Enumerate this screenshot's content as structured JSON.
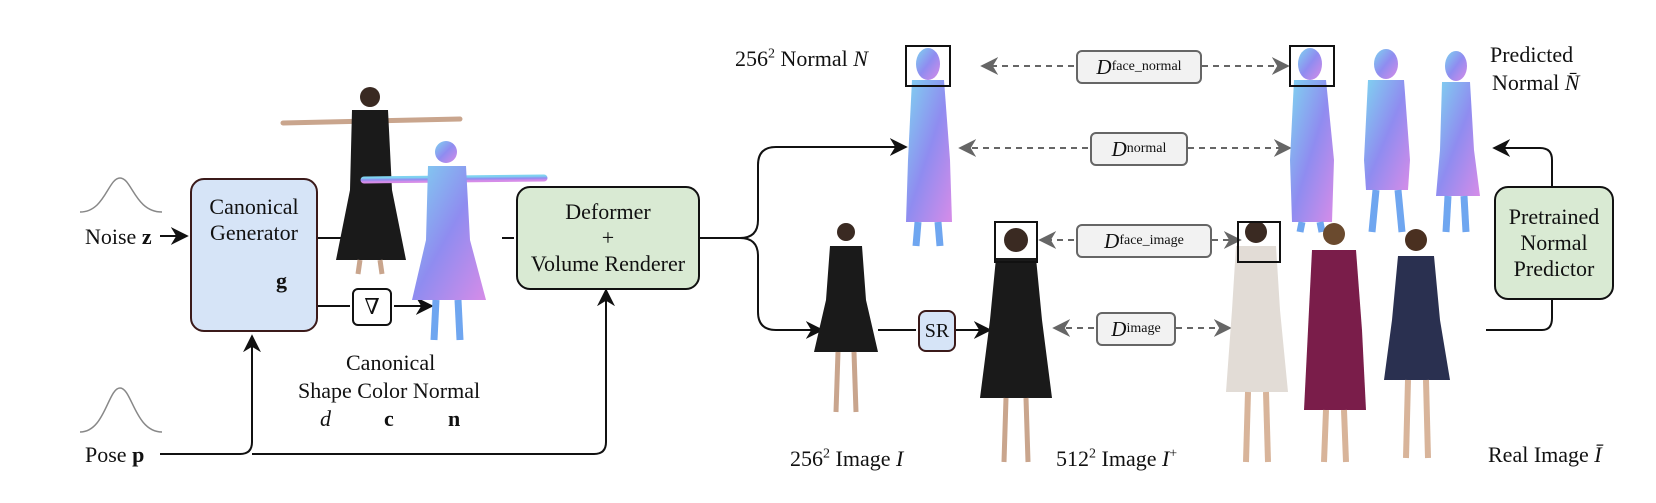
{
  "inputs": {
    "noise_word": "Noise",
    "noise_symbol": "z",
    "pose_word": "Pose",
    "pose_symbol": "p"
  },
  "canonical_generator": {
    "line1": "Canonical",
    "line2": "Generator",
    "symbol": "g"
  },
  "gradient_symbol": "∇",
  "canonical_caption": {
    "line1": "Canonical",
    "line2": "Shape Color Normal",
    "d": "d",
    "c": "c",
    "n": "n"
  },
  "deformer": {
    "line1": "Deformer",
    "line2": "+",
    "line3": "Volume Renderer"
  },
  "super_resolution": "SR",
  "labels": {
    "normal_res": "256",
    "normal_exp": "2",
    "normal_word": "Normal",
    "normal_symbol": "N",
    "image_res": "256",
    "image_exp": "2",
    "image_word": "Image",
    "image_symbol": "I",
    "hr_res": "512",
    "hr_exp": "2",
    "hr_word": "Image",
    "hr_symbol": "I",
    "hr_sup": "+",
    "pred_line1": "Predicted",
    "pred_word": "Normal",
    "pred_symbol": "N̄",
    "real_word": "Real Image",
    "real_symbol": "Ī"
  },
  "discriminators": {
    "face_normal": {
      "letter": "D",
      "sub": "face_normal"
    },
    "normal": {
      "letter": "D",
      "sub": "normal"
    },
    "face_image": {
      "letter": "D",
      "sub": "face_image"
    },
    "image": {
      "letter": "D",
      "sub": "image"
    }
  },
  "normal_predictor": {
    "line1": "Pretrained",
    "line2": "Normal",
    "line3": "Predictor"
  },
  "colors": {
    "green_box": "#d9ead3",
    "blue_box": "#d6e4f7",
    "normal_map": "#8f8cf0",
    "dress_black": "#1a1a1a"
  },
  "icons": [
    "gaussian-curve-icon",
    "plane-icon",
    "person-figure-icon"
  ]
}
